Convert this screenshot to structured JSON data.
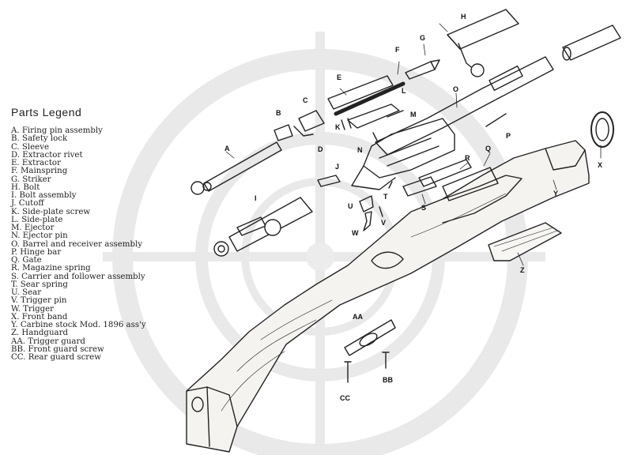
{
  "legend": {
    "title": "Parts Legend",
    "items": [
      "A.  Firing pin assembly",
      "B.  Safety lock",
      "C.  Sleeve",
      "D.  Extractor rivet",
      "E.  Extractor",
      "F.  Mainspring",
      "G.  Striker",
      "H.  Bolt",
      "I.  Bolt assembly",
      "J.  Cutoff",
      "K.  Side-plate screw",
      "L.  Side-plate",
      "M.  Ejector",
      "N.  Ejector pin",
      "O.  Barrel and receiver assembly",
      "P.  Hinge bar",
      "Q.  Gate",
      "R.  Magazine spring",
      "S.  Carrier and follower assembly",
      "T.  Sear spring",
      "U.  Sear",
      "V.  Trigger pin",
      "W.  Trigger",
      "X.  Front band",
      "Y.  Carbine stock Mod. 1896 ass'y",
      "Z.  Handguard",
      "AA.  Trigger guard",
      "BB.  Front guard screw",
      "CC.  Rear guard screw"
    ]
  },
  "callouts": {
    "A": "A",
    "B": "B",
    "C": "C",
    "D": "D",
    "E": "E",
    "F": "F",
    "G": "G",
    "H": "H",
    "I": "I",
    "J": "J",
    "K": "K",
    "L": "L",
    "M": "M",
    "N": "N",
    "O": "O",
    "P": "P",
    "Q": "Q",
    "R": "R",
    "S": "S",
    "T": "T",
    "U": "U",
    "V": "V",
    "W": "W",
    "X": "X",
    "Y": "Y",
    "Z": "Z",
    "AA": "AA",
    "BB": "BB",
    "CC": "CC"
  },
  "colors": {
    "ink": "#222222",
    "watermark": "#e7e7e7",
    "stock": "#f4f2ee"
  }
}
